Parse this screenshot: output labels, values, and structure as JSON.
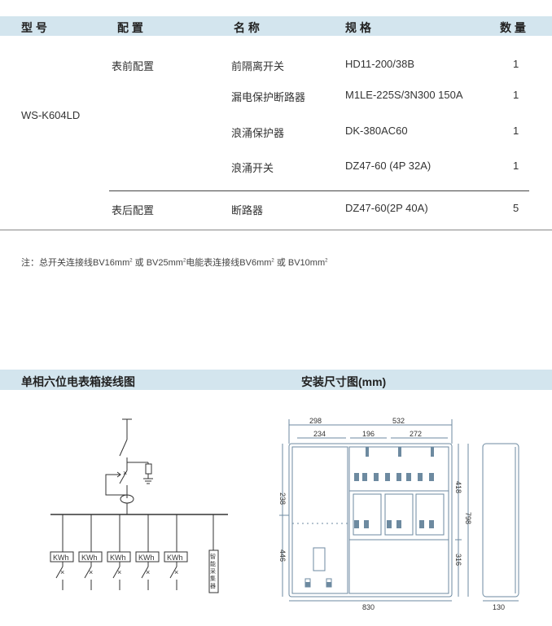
{
  "table": {
    "headers": [
      "型 号",
      "配 置",
      "名 称",
      "规 格",
      "数 量"
    ],
    "model": "WS-K604LD",
    "groups": [
      {
        "config": "表前配置",
        "rows": [
          {
            "name": "前隔离开关",
            "spec": "HD11-200/38B",
            "qty": "1"
          },
          {
            "name": "漏电保护断路器",
            "spec": "M1LE-225S/3N300 150A",
            "qty": "1"
          },
          {
            "name": "浪涌保护器",
            "spec": "DK-380AC60",
            "qty": "1"
          },
          {
            "name": "浪涌开关",
            "spec": "DZ47-60 (4P 32A)",
            "qty": "1"
          }
        ]
      },
      {
        "config": "表后配置",
        "rows": [
          {
            "name": "断路器",
            "spec": "DZ47-60(2P 40A)",
            "qty": "5"
          }
        ]
      }
    ]
  },
  "note": {
    "prefix": "注：总开关连接线BV16mm",
    "part2": "或 BV25mm",
    "part3": "电能表连接线BV6mm",
    "part4": "或 BV10mm",
    "sup": "2"
  },
  "sections": {
    "wiring_title": "单相六位电表箱接线图",
    "dims_title": "安装尺寸图(mm)"
  },
  "wiring": {
    "meter_label": "KWh",
    "collector_label": "智能采集器"
  },
  "dimensions": {
    "top_total_left": "298",
    "top_total_right": "532",
    "top_left": "234",
    "top_mid": "196",
    "top_right": "272",
    "left_upper": "238",
    "left_lower": "446",
    "right_upper": "418",
    "right_lower": "316",
    "right_total": "798",
    "bottom_width": "830",
    "side_depth": "130"
  }
}
